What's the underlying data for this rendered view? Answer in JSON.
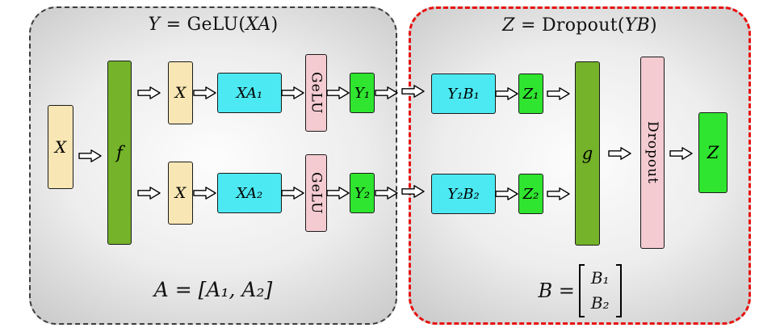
{
  "left_panel": {
    "title": {
      "lhs": "Y",
      "mid": " = GeLU(",
      "arg": "XA",
      "close": ")"
    },
    "input_label": "X",
    "split_label": "f",
    "top_branch": {
      "x": "X",
      "xa": "XA₁",
      "activation": "GeLU",
      "y": "Y₁"
    },
    "bottom_branch": {
      "x": "X",
      "xa": "XA₂",
      "activation": "GeLU",
      "y": "Y₂"
    },
    "weights_formula": "A = [A₁, A₂]"
  },
  "right_panel": {
    "title": {
      "lhs": "Z",
      "mid": " = Dropout(",
      "arg": "YB",
      "close": ")"
    },
    "top_branch": {
      "yb": "Y₁B₁",
      "z": "Z₁"
    },
    "bottom_branch": {
      "yb": "Y₂B₂",
      "z": "Z₂"
    },
    "gather_label": "g",
    "dropout_label": "Dropout",
    "output_label": "Z",
    "weights_formula": {
      "lhs": "B = ",
      "row1": "B₁",
      "row2": "B₂"
    }
  },
  "colors": {
    "input_box": "#f8e6b4",
    "operator_box": "#74b32a",
    "matmul_box": "#4de9f2",
    "function_box": "#f3cbd1",
    "output_box": "#2fe52f",
    "left_panel_border": "#3c3c3c",
    "right_panel_border": "#e81010"
  }
}
